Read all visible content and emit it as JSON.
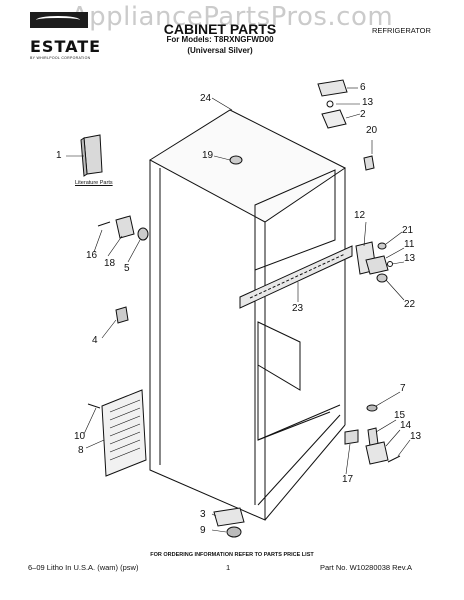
{
  "watermark": "AppliancePartsPros.com",
  "brand": {
    "name": "ESTATE",
    "tagline": "BY WHIRLPOOL CORPORATION"
  },
  "header": {
    "title": "CABINET PARTS",
    "models": "For Models: T8RXNGFWD00",
    "variant": "(Universal Silver)",
    "category": "REFRIGERATOR"
  },
  "literature_label": "Literature Parts",
  "callouts": [
    "1",
    "2",
    "3",
    "4",
    "5",
    "6",
    "7",
    "8",
    "9",
    "10",
    "11",
    "12",
    "13",
    "13",
    "13",
    "14",
    "15",
    "16",
    "17",
    "18",
    "19",
    "20",
    "21",
    "22",
    "23",
    "24"
  ],
  "footer": {
    "note": "FOR ORDERING INFORMATION REFER TO PARTS PRICE LIST",
    "left": "6–09 Litho In U.S.A. (wam) (psw)",
    "page": "1",
    "part_number": "Part No. W10280038 Rev.A"
  }
}
